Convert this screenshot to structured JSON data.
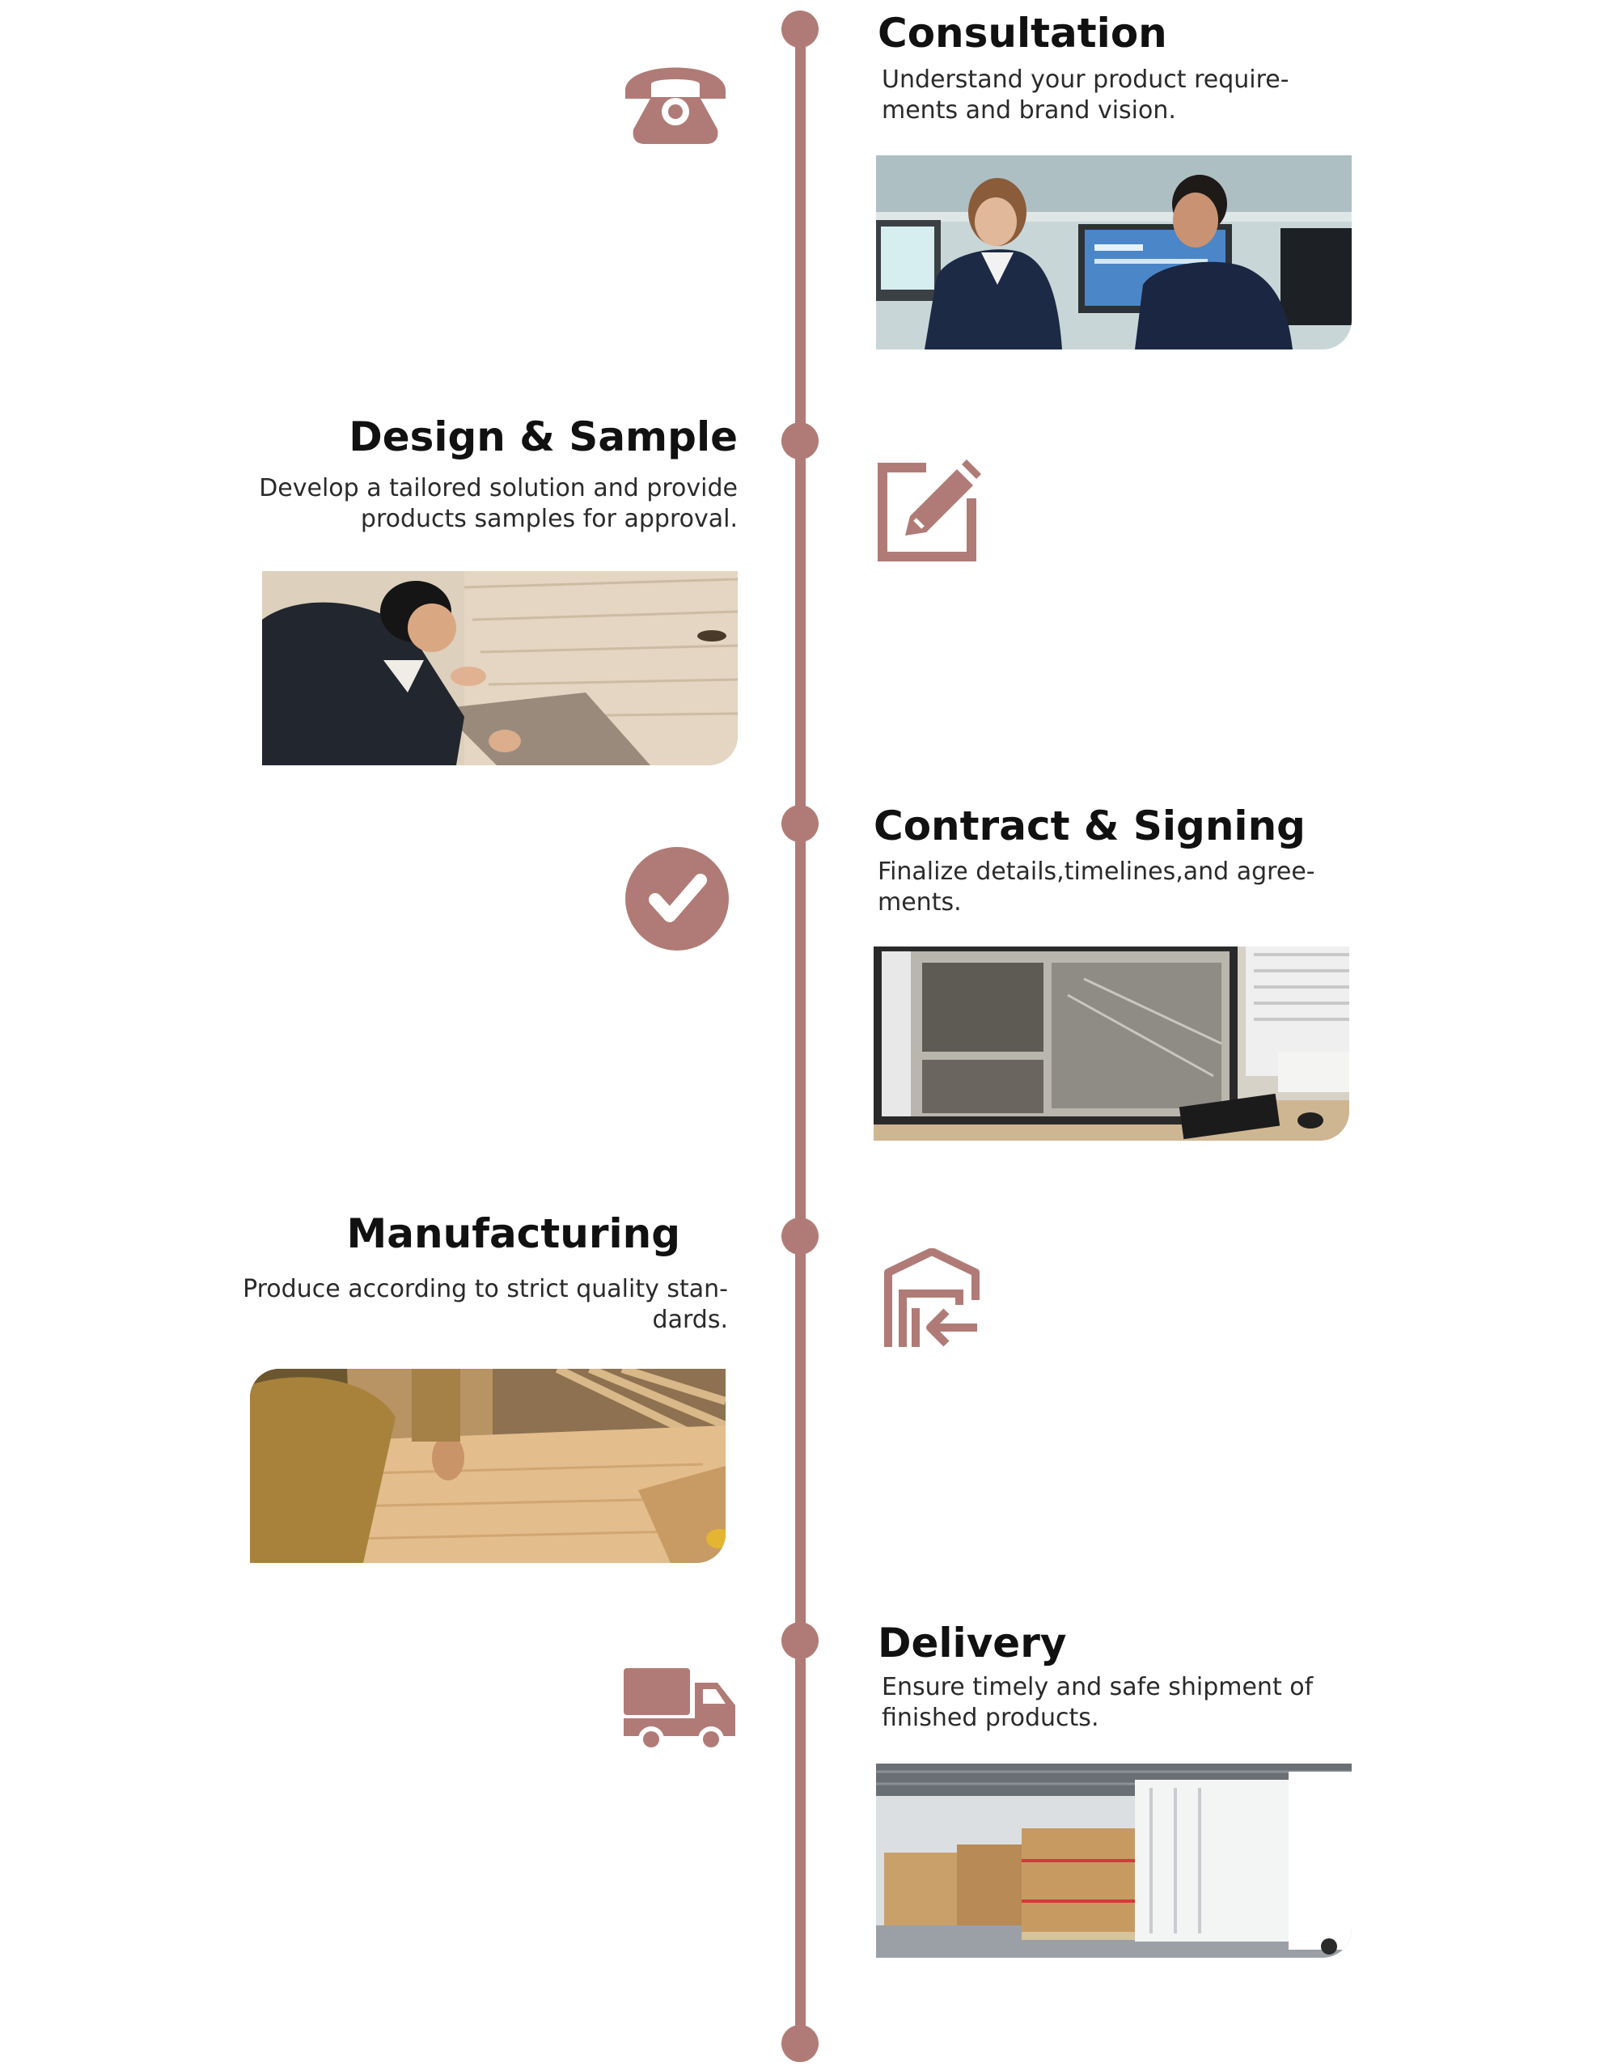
{
  "accent_color": "#b07b76",
  "steps": [
    {
      "title": "Consultation",
      "desc_lines": [
        "Understand your product require-",
        "ments and brand vision."
      ],
      "icon": "telephone-icon",
      "image": "two-people-at-computer-photo"
    },
    {
      "title": "Design & Sample",
      "desc_lines": [
        "Develop a tailored solution and provide",
        "products samples for approval."
      ],
      "icon": "edit-icon",
      "image": "man-examining-wood-samples-photo"
    },
    {
      "title": "Contract & Signing",
      "desc_lines": [
        "Finalize details,timelines,and agree-",
        "ments."
      ],
      "icon": "check-circle-icon",
      "image": "computer-screen-design-photo"
    },
    {
      "title": "Manufacturing",
      "desc_lines": [
        "Produce according to strict quality stan-",
        "dards."
      ],
      "icon": "warehouse-inbound-icon",
      "image": "worker-sanding-wood-board-photo"
    },
    {
      "title": "Delivery",
      "desc_lines": [
        "Ensure timely and safe shipment of",
        "finished products."
      ],
      "icon": "delivery-truck-icon",
      "image": "packed-pallets-loading-dock-photo"
    }
  ]
}
